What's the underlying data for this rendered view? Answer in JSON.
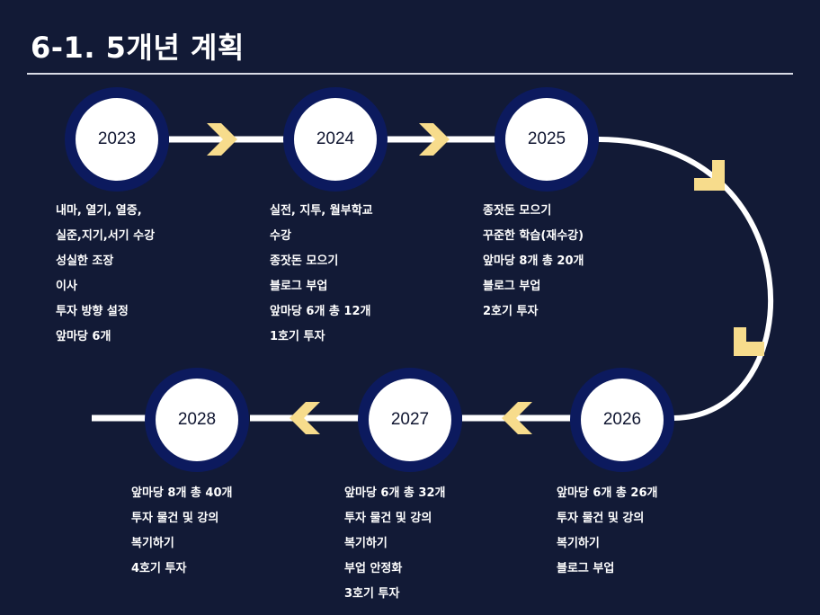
{
  "header": {
    "title": "6-1. 5개년 계획"
  },
  "milestones": [
    {
      "year": "2023",
      "items": [
        "내마, 열기, 열증,",
        "실준,지기,서기 수강",
        "성실한 조장",
        "이사",
        "투자 방향 설정",
        "앞마당 6개"
      ]
    },
    {
      "year": "2024",
      "items": [
        "실전, 지투, 월부학교",
        "수강",
        "종잣돈 모으기",
        "블로그 부업",
        "앞마당 6개 총 12개",
        "1호기 투자"
      ]
    },
    {
      "year": "2025",
      "items": [
        "종잣돈 모으기",
        "꾸준한 학습(재수강)",
        "앞마당 8개 총 20개",
        "블로그 부업",
        "2호기 투자"
      ]
    },
    {
      "year": "2026",
      "items": [
        "앞마당 6개 총 26개",
        "투자 물건 및 강의",
        "복기하기",
        "블로그 부업"
      ]
    },
    {
      "year": "2027",
      "items": [
        "앞마당 6개 총 32개",
        "투자 물건 및 강의",
        "복기하기",
        "부업 안정화",
        "3호기 투자"
      ]
    },
    {
      "year": "2028",
      "items": [
        "앞마당 8개 총 40개",
        "투자 물건 및 강의",
        "복기하기",
        "4호기 투자"
      ]
    }
  ],
  "colors": {
    "background": "#121a36",
    "ring": "#0c1a5e",
    "arrow": "#f7dc8c",
    "line": "#ffffff"
  }
}
